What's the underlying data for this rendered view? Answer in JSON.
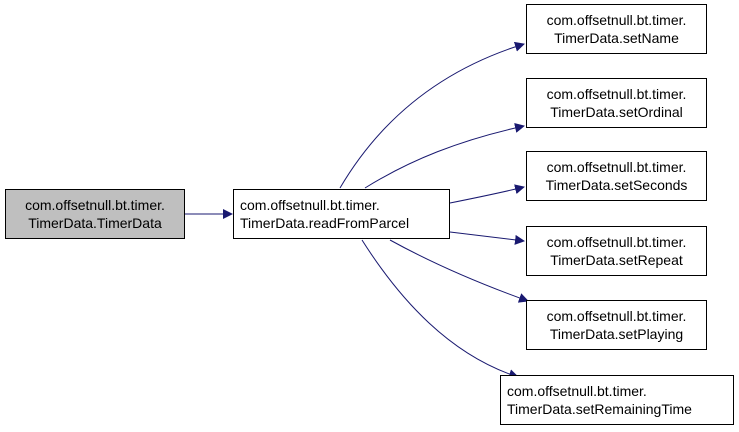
{
  "colors": {
    "edge": "#191970",
    "root_fill": "#bfbfbf",
    "node_fill": "#ffffff",
    "border": "#000000"
  },
  "nodes": {
    "root": {
      "line1": "com.offsetnull.bt.timer.",
      "line2": "TimerData.TimerData"
    },
    "read": {
      "line1": "com.offsetnull.bt.timer.",
      "line2": "TimerData.readFromParcel"
    },
    "setName": {
      "line1": "com.offsetnull.bt.timer.",
      "line2": "TimerData.setName"
    },
    "setOrdinal": {
      "line1": "com.offsetnull.bt.timer.",
      "line2": "TimerData.setOrdinal"
    },
    "setSeconds": {
      "line1": "com.offsetnull.bt.timer.",
      "line2": "TimerData.setSeconds"
    },
    "setRepeat": {
      "line1": "com.offsetnull.bt.timer.",
      "line2": "TimerData.setRepeat"
    },
    "setPlaying": {
      "line1": "com.offsetnull.bt.timer.",
      "line2": "TimerData.setPlaying"
    },
    "setRemainingTime": {
      "line1": "com.offsetnull.bt.timer.",
      "line2": "TimerData.setRemainingTime"
    }
  }
}
